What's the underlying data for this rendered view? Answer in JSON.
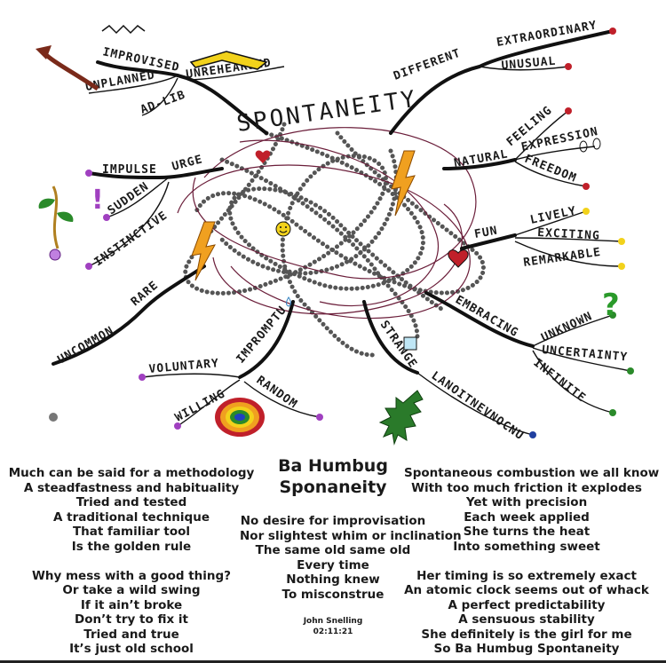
{
  "mindmap": {
    "center": "SPONTANEITY",
    "branches": {
      "improvised": "IMPROVISED",
      "unplanned": "UNPLANNED",
      "adlib": "AD-LIB",
      "unrehearsed": "UNREHEARSED",
      "different": "DIFFERENT",
      "extraordinary": "EXTRAORDINARY",
      "unusual": "UNUSUAL",
      "impulse": "IMPULSE",
      "urge": "URGE",
      "sudden": "SUDDEN",
      "instinctive": "INSTINCTIVE",
      "natural": "NATURAL",
      "feeling": "FEELING",
      "expression": "EXPRESSION",
      "freedom": "FREEDOM",
      "fun": "FUN",
      "lively": "LIVELY",
      "exciting": "EXCITING",
      "remarkable": "REMARKABLE",
      "rare": "RARE",
      "uncommon": "UNCOMMON",
      "embracing": "EMBRACING",
      "unknown": "UNKNOWN",
      "uncertainty": "UNCERTAINTY",
      "infinite": "INFINITE",
      "strange": "STRANGE",
      "unconventional_mirrored": "LANOITNEVNOCNU",
      "voluntary": "VOLUNTARY",
      "impromptu": "IMPROMPTU",
      "willing": "WILLING",
      "random": "RANDOM"
    },
    "colors": {
      "yellow": "#f2d21b",
      "red": "#c0202a",
      "green": "#2a8a2a",
      "purple": "#a040c0",
      "brown": "#7a2a1a"
    }
  },
  "poem": {
    "title_line1": "Ba Humbug",
    "title_line2": "Sponaneity",
    "left_stanza1": [
      "Much can be said for a methodology",
      "A steadfastness and habituality",
      "Tried and tested",
      "A traditional technique",
      "That familiar tool",
      "Is the golden rule"
    ],
    "left_stanza2": [
      "Why mess with a good thing?",
      "Or take a wild swing",
      "If it ain’t broke",
      "Don’t try to fix it",
      "Tried and true",
      "It’s just old school"
    ],
    "middle": [
      "No desire for improvisation",
      "Nor slightest whim or inclination",
      "The same old same old",
      "Every time",
      "Nothing knew",
      "To misconstrue"
    ],
    "author": "John Snelling",
    "date": "02:11:21",
    "right_stanza1": [
      "Spontaneous combustion we all know",
      "With too much friction it explodes",
      "Yet with precision",
      "Each week applied",
      "She turns the heat",
      "Into something sweet"
    ],
    "right_stanza2": [
      "Her timing is so extremely exact",
      "An atomic clock seems out of whack",
      "A perfect predictability",
      "A sensuous stability",
      "She definitely is the girl for me",
      "So Ba Humbug Spontaneity"
    ]
  }
}
